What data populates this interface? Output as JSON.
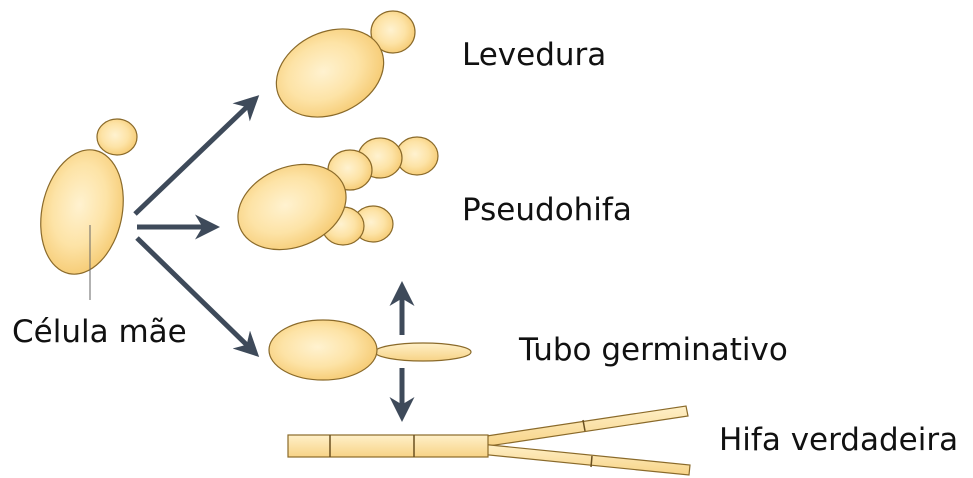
{
  "labels": {
    "mother_cell": "Célula mãe",
    "yeast": "Levedura",
    "pseudohypha": "Pseudohifa",
    "germ_tube": "Tubo germinativo",
    "true_hypha": "Hifa verdadeira"
  },
  "colors": {
    "cell_fill": "#fbd98e",
    "cell_highlight": "#fff2d0",
    "cell_stroke": "#8a6a2a",
    "arrow": "#3e4a5a",
    "text": "#111111"
  }
}
